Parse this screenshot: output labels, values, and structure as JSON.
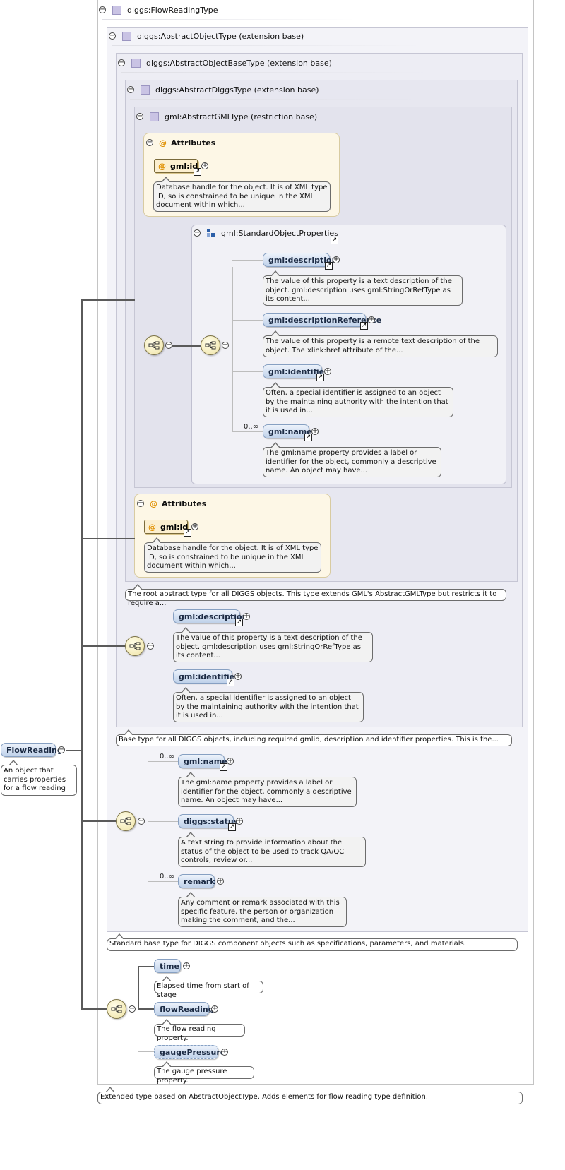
{
  "root": {
    "name": "FlowReading",
    "note": "An object that carries properties for a flow reading"
  },
  "types": {
    "flow_reading_type": "diggs:FlowReadingType",
    "abstract_object": "diggs:AbstractObjectType (extension base)",
    "abstract_object_base": "diggs:AbstractObjectBaseType (extension base)",
    "abstract_diggs": "diggs:AbstractDiggsType (extension base)",
    "abstract_gml": "gml:AbstractGMLType (restriction base)",
    "standard_object_properties": "gml:StandardObjectProperties"
  },
  "attributes": {
    "title": "Attributes",
    "gml_id": "gml:id",
    "gml_id_note": "Database handle for the object. It is of XML type ID, so is constrained to be unique in the XML document within which..."
  },
  "elements": {
    "description": "gml:description",
    "description_note": "The value of this property is a text description of the object. gml:description uses gml:StringOrRefType as its content...",
    "description_reference": "gml:descriptionReference",
    "description_reference_note": "The value of this property is a remote text description of the object. The xlink:href attribute of the...",
    "identifier": "gml:identifier",
    "identifier_note": "Often, a special identifier is assigned to an object by the maintaining authority with the intention that it is used in...",
    "name": "gml:name",
    "name_note": "The gml:name property provides a label or identifier for the object, commonly a descriptive name. An object may have...",
    "status": "diggs:status",
    "status_note": "A text string to provide information about the status of the object to be used to track QA/QC controls, review or...",
    "remark": "remark",
    "remark_note": "Any comment or remark associated with this specific feature, the person or organization making the comment, and the...",
    "time": "time",
    "time_note": "Elapsed time from start of stage",
    "flow_reading": "flowReading",
    "flow_reading_note": "The flow reading property.",
    "gauge_pressure": "gaugePressure",
    "gauge_pressure_note": "The gauge pressure property."
  },
  "multiplicity": {
    "unbounded": "0..∞"
  },
  "type_notes": {
    "diggs": "The root abstract type for all DIGGS objects. This type extends GML's AbstractGMLType but restricts it to require a...",
    "object_base": "Base type for all DIGGS objects, including required gmlid, description and identifier properties. This is the...",
    "object": "Standard base type for DIGGS component objects such as specifications, parameters, and materials.",
    "flow_reading_type": "Extended type based on AbstractObjectType. Adds elements for flow reading type definition."
  },
  "colors": {
    "element_pill": "#bfd1ea",
    "attribute_box": "#fdf7e6",
    "compositor": "#efe3a5",
    "type_square": "#c9c3e4"
  },
  "icons": {
    "collapse": "collapse-icon",
    "expand": "expand-icon",
    "reference": "reference-arrow-icon",
    "sequence": "sequence-compositor-icon",
    "attribute": "attribute-at-icon",
    "group": "group-icon",
    "type": "complex-type-icon"
  }
}
